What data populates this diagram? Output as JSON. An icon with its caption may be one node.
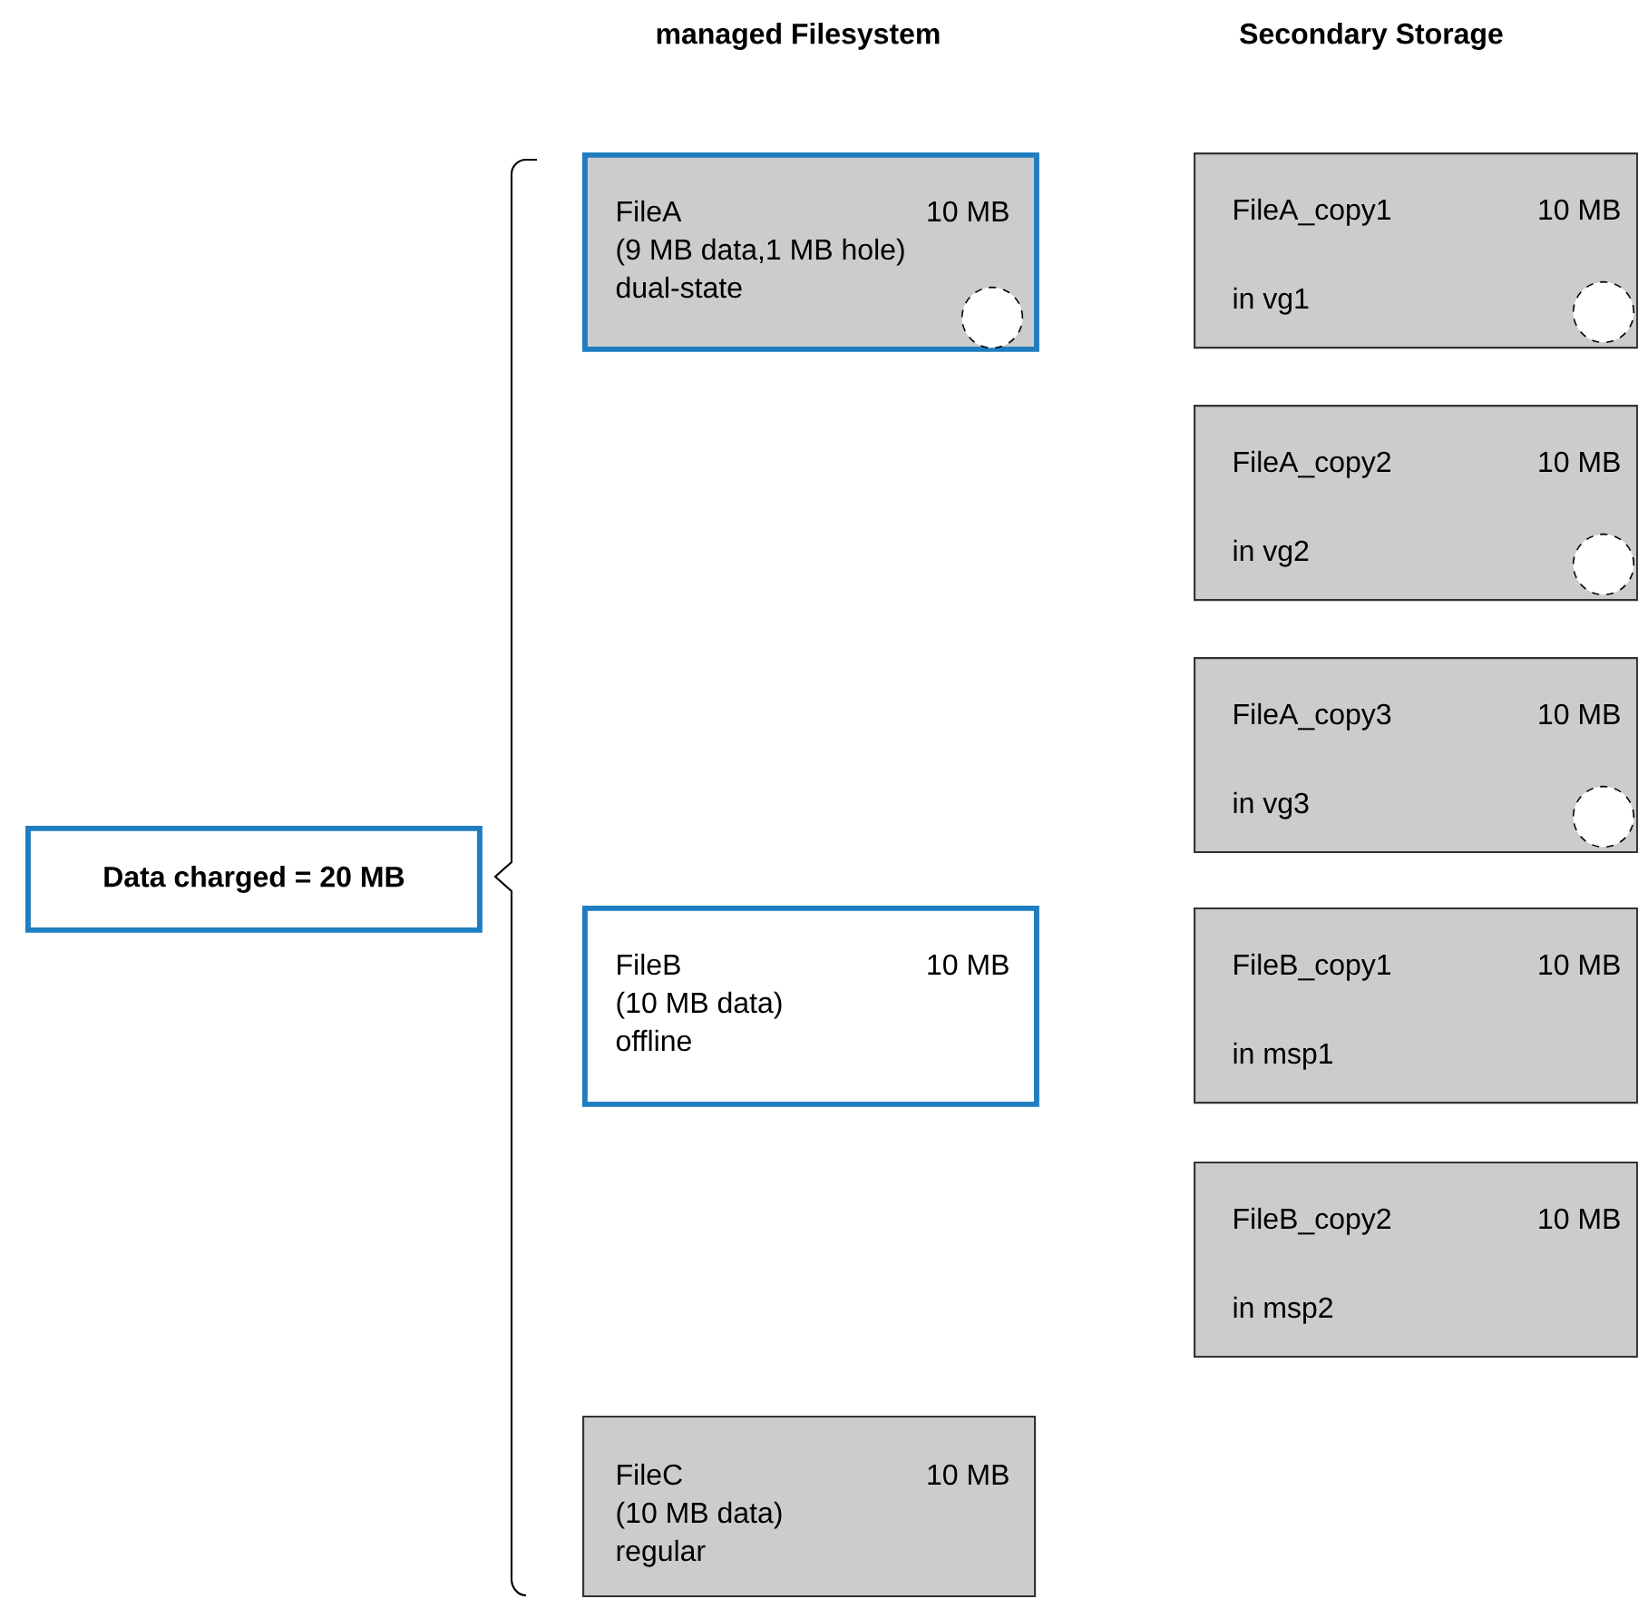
{
  "diagram": {
    "nodes": [
      {
        "text": [
          "Data charged = 20 MB"
        ]
      },
      {
        "text": [
          "FileA",
          "10 MB",
          "(9 MB data,1 MB hole)",
          "dual-state"
        ]
      },
      {
        "text": [
          "FileB",
          "10 MB",
          "(10 MB data)",
          "offline"
        ]
      },
      {
        "text": [
          "FileC",
          "10 MB",
          "(10 MB data)",
          "regular"
        ]
      },
      {
        "text": [
          "FileA_copy1",
          "10 MB",
          "in vg1"
        ]
      },
      {
        "text": [
          "FileA_copy2",
          "10 MB",
          "in vg2"
        ]
      },
      {
        "text": [
          "FileA_copy3",
          "10 MB",
          "in vg3"
        ]
      },
      {
        "text": [
          "FileB_copy1",
          "10 MB",
          "in msp1"
        ]
      },
      {
        "text": [
          "FileB_copy2",
          "10 MB",
          "in msp2"
        ]
      }
    ],
    "labels": [
      "managed Filesystem",
      "Secondary Storage"
    ]
  }
}
